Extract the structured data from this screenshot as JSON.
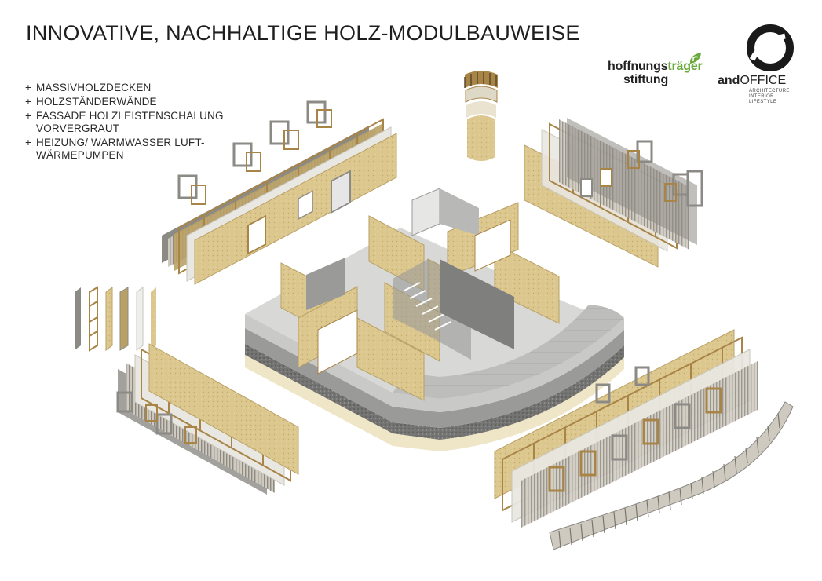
{
  "header": {
    "title": "INNOVATIVE, NACHHALTIGE HOLZ-MODULBAUWEISE"
  },
  "features": [
    {
      "bullet": "+",
      "text": "MASSIVHOLZDECKEN"
    },
    {
      "bullet": "+",
      "text": "HOLZSTÄNDERWÄNDE"
    },
    {
      "bullet": "+",
      "text": "FASSADE HOLZLEISTENSCHALUNG VORVERGRAUT"
    },
    {
      "bullet": "+",
      "text": "HEIZUNG/ WARMWASSER LUFT-WÄRMEPUMPEN"
    }
  ],
  "logos": {
    "hoffnungstraeger": {
      "part_a": "hoffnungs",
      "part_b": "träger",
      "line2": "stiftung",
      "accent_color": "#6aa93a"
    },
    "andoffice": {
      "word_a": "and",
      "word_b": "OFFICE",
      "tagline": [
        "ARCHITECTURE",
        "INTERIOR",
        "LIFESTYLE"
      ]
    }
  },
  "colors": {
    "osb": "#dcc78e",
    "osb_dark": "#b9a166",
    "timber_frame": "#a88447",
    "concrete": "#c9c9c7",
    "concrete_dark": "#9a9a98",
    "gravel": "#6f6f6d",
    "cladding_grey": "#8c8a85",
    "window_grey": "#d6d6d6",
    "sand": "#efe6c8"
  },
  "icons": {
    "leaf": "leaf-icon",
    "andoffice_mark": "circle-mark-icon"
  }
}
